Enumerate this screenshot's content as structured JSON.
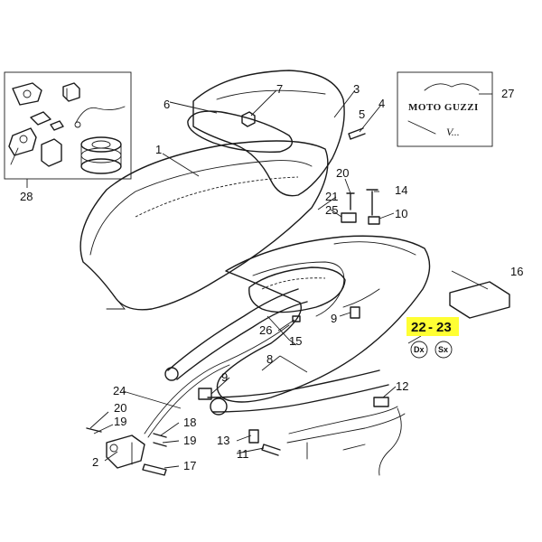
{
  "colors": {
    "line": "#1a1a1a",
    "highlight": "#ffff33",
    "background": "#ffffff"
  },
  "callouts": {
    "c1": "1",
    "c2": "2",
    "c3": "3",
    "c4": "4",
    "c5": "5",
    "c6": "6",
    "c7": "7",
    "c8": "8",
    "c9a": "9",
    "c9b": "9",
    "c10": "10",
    "c11": "11",
    "c12": "12",
    "c13": "13",
    "c14": "14",
    "c15": "15",
    "c16": "16",
    "c17": "17",
    "c18": "18",
    "c19a": "19",
    "c19b": "19",
    "c20a": "20",
    "c20b": "20",
    "c21": "21",
    "c24": "24",
    "c25": "25",
    "c26": "26",
    "c27": "27",
    "c28": "28"
  },
  "highlight_label": {
    "left": "22",
    "dash": "-",
    "right": "23"
  },
  "badges": {
    "dx": "Dx",
    "sx": "Sx"
  },
  "logo": {
    "brand": "MOTO GUZZI",
    "signature": "V..."
  }
}
